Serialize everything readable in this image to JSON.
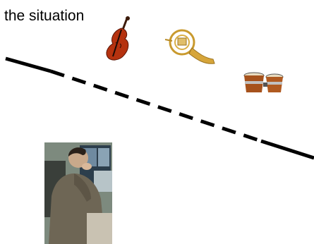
{
  "slide": {
    "title": "the situation"
  },
  "icons": {
    "violin": "violin-icon",
    "horn": "french-horn-icon",
    "drums": "bongo-drums-icon",
    "person": "person-at-desk-photo"
  },
  "line": {
    "style": "solid-then-dashed-then-solid",
    "color": "#000000"
  }
}
